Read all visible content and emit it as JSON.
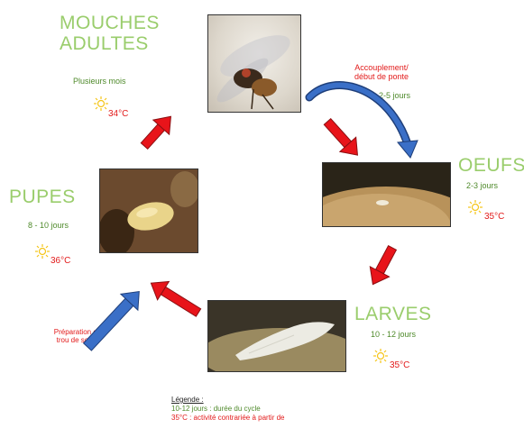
{
  "stages": {
    "adults": {
      "title_line1": "MOUCHES",
      "title_line2": "ADULTES",
      "duration": "Plusieurs mois",
      "temperature": "34°C"
    },
    "eggs": {
      "title": "OEUFS",
      "duration": "2-3 jours",
      "temperature": "35°C"
    },
    "larvae": {
      "title": "LARVES",
      "duration": "10 - 12 jours",
      "temperature": "35°C"
    },
    "pupae": {
      "title": "PUPES",
      "duration": "8 - 10 jours",
      "temperature": "36°C"
    }
  },
  "annotations": {
    "mating_line1": "Accouplement/",
    "mating_line2": "début de ponte",
    "mating_duration": "2-5 jours",
    "exit_line1": "Préparation du",
    "exit_line2": "trou de sortie"
  },
  "legend": {
    "title": "Légende :",
    "line1": "10-12 jours : durée du cycle",
    "line2": "35°C : activité contrariée à partir de"
  },
  "colors": {
    "title_green": "#9acd6c",
    "text_green": "#4f8a2b",
    "text_red": "#e21a1a",
    "arrow_red": "#e8141a",
    "arrow_blue": "#3a6fc7",
    "sun": "#f5c518"
  },
  "icons": [
    "sun-icon",
    "red-arrow",
    "blue-curved-arrow",
    "blue-arrow"
  ]
}
